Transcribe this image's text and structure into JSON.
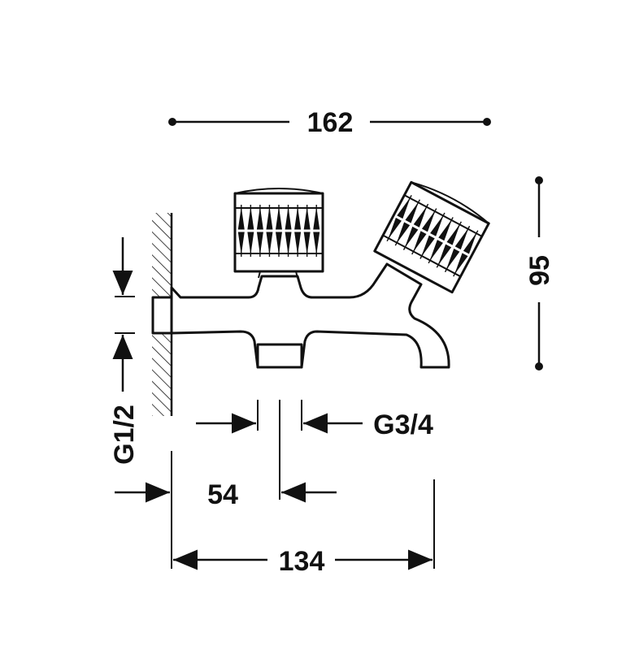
{
  "dimensions": {
    "overall_width": "162",
    "height": "95",
    "inlet_thread": "G1/2",
    "outlet_thread": "G3/4",
    "outlet_offset": "54",
    "spout_length": "134"
  },
  "colors": {
    "line": "#111111",
    "background": "#ffffff"
  }
}
